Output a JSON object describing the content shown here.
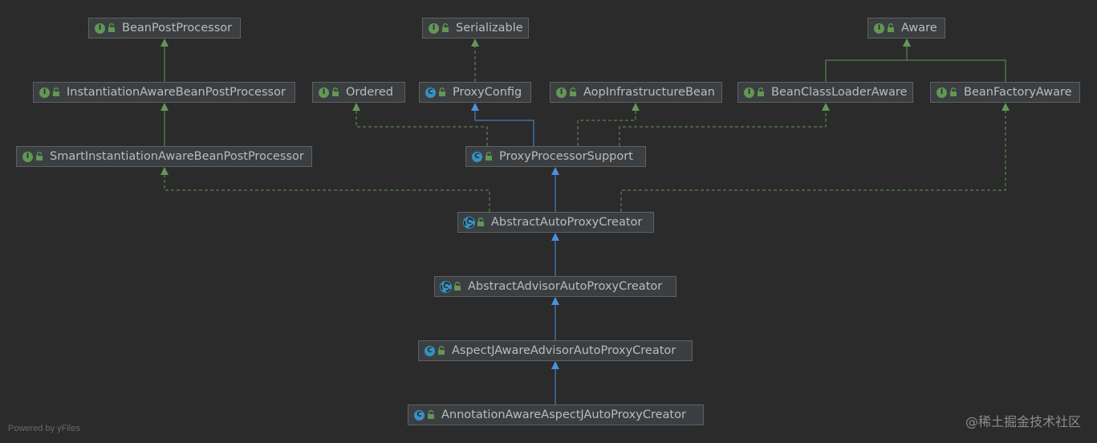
{
  "nodes": [
    {
      "id": "bpp",
      "label": "BeanPostProcessor",
      "kind": "interface",
      "icon": "interface-icon"
    },
    {
      "id": "ser",
      "label": "Serializable",
      "kind": "interface",
      "icon": "interface-icon"
    },
    {
      "id": "aware",
      "label": "Aware",
      "kind": "interface",
      "icon": "interface-icon"
    },
    {
      "id": "iabpp",
      "label": "InstantiationAwareBeanPostProcessor",
      "kind": "interface",
      "icon": "interface-icon"
    },
    {
      "id": "ord",
      "label": "Ordered",
      "kind": "interface",
      "icon": "interface-icon"
    },
    {
      "id": "pc",
      "label": "ProxyConfig",
      "kind": "class",
      "icon": "class-icon"
    },
    {
      "id": "aib",
      "label": "AopInfrastructureBean",
      "kind": "interface",
      "icon": "interface-icon"
    },
    {
      "id": "bcla",
      "label": "BeanClassLoaderAware",
      "kind": "interface",
      "icon": "interface-icon"
    },
    {
      "id": "bfa",
      "label": "BeanFactoryAware",
      "kind": "interface",
      "icon": "interface-icon"
    },
    {
      "id": "siabpp",
      "label": "SmartInstantiationAwareBeanPostProcessor",
      "kind": "interface",
      "icon": "interface-icon"
    },
    {
      "id": "pps",
      "label": "ProxyProcessorSupport",
      "kind": "class",
      "icon": "class-icon"
    },
    {
      "id": "aapc",
      "label": "AbstractAutoProxyCreator",
      "kind": "abstract",
      "icon": "abstract-class-icon"
    },
    {
      "id": "aaapc",
      "label": "AbstractAdvisorAutoProxyCreator",
      "kind": "abstract",
      "icon": "abstract-class-icon"
    },
    {
      "id": "ajaapc",
      "label": "AspectJAwareAdvisorAutoProxyCreator",
      "kind": "class",
      "icon": "class-icon"
    },
    {
      "id": "aaajapc",
      "label": "AnnotationAwareAspectJAutoProxyCreator",
      "kind": "class",
      "icon": "class-icon"
    }
  ],
  "edges": [
    {
      "from": "iabpp",
      "to": "bpp",
      "type": "extends"
    },
    {
      "from": "siabpp",
      "to": "iabpp",
      "type": "extends"
    },
    {
      "from": "pc",
      "to": "ser",
      "type": "implements"
    },
    {
      "from": "bcla",
      "to": "aware",
      "type": "extends"
    },
    {
      "from": "bfa",
      "to": "aware",
      "type": "extends"
    },
    {
      "from": "pps",
      "to": "pc",
      "type": "class-extends"
    },
    {
      "from": "pps",
      "to": "ord",
      "type": "implements"
    },
    {
      "from": "pps",
      "to": "aib",
      "type": "implements"
    },
    {
      "from": "pps",
      "to": "bcla",
      "type": "implements"
    },
    {
      "from": "aapc",
      "to": "pps",
      "type": "class-extends"
    },
    {
      "from": "aapc",
      "to": "siabpp",
      "type": "implements"
    },
    {
      "from": "aapc",
      "to": "bfa",
      "type": "implements"
    },
    {
      "from": "aaapc",
      "to": "aapc",
      "type": "class-extends"
    },
    {
      "from": "ajaapc",
      "to": "aaapc",
      "type": "class-extends"
    },
    {
      "from": "aaajapc",
      "to": "ajaapc",
      "type": "class-extends"
    }
  ],
  "colors": {
    "interface": "#629755",
    "class": "#3592c4",
    "edge_interface": "#629755",
    "edge_class": "#4f8ee0"
  },
  "footer": {
    "powered_by": "Powered by yFiles",
    "watermark": "@稀土掘金技术社区"
  }
}
